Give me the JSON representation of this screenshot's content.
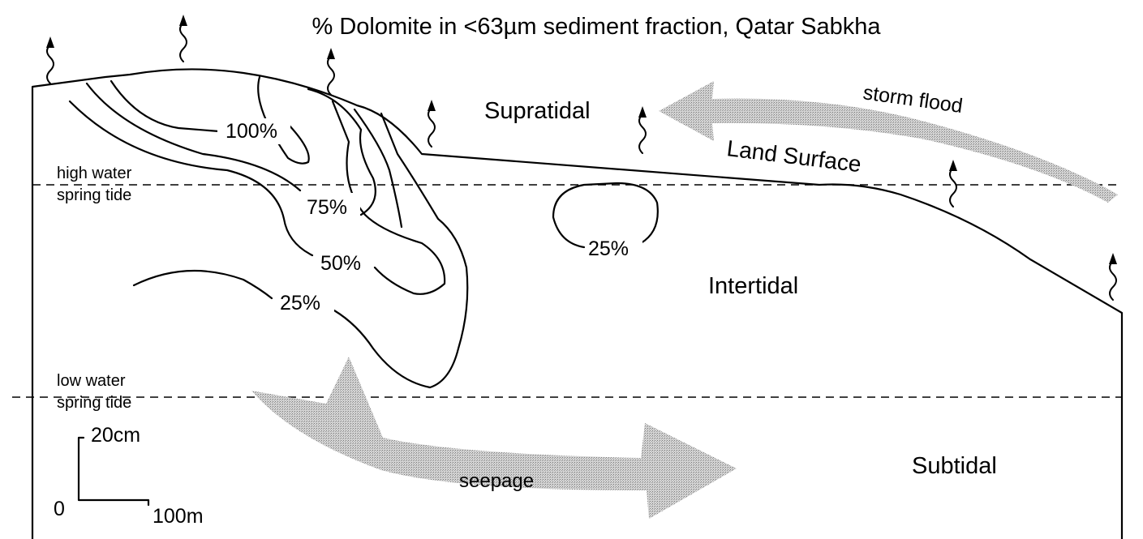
{
  "title": "% Dolomite in <63µm sediment fraction, Qatar Sabkha",
  "zones": {
    "supratidal": "Supratidal",
    "intertidal": "Intertidal",
    "subtidal": "Subtidal"
  },
  "land_surface": "Land Surface",
  "storm_flood": "storm flood",
  "seepage": "seepage",
  "tide_lines": {
    "high_line1": "high water",
    "high_line2": "spring tide",
    "low_line1": "low water",
    "low_line2": "spring tide"
  },
  "contours": {
    "c100": "100%",
    "c75": "75%",
    "c50": "50%",
    "c25_left": "25%",
    "c25_right": "25%"
  },
  "scale": {
    "vertical": "20cm",
    "origin": "0",
    "horizontal": "100m"
  },
  "colors": {
    "line": "#000000",
    "arrow_fill": "#bdbdbd"
  }
}
